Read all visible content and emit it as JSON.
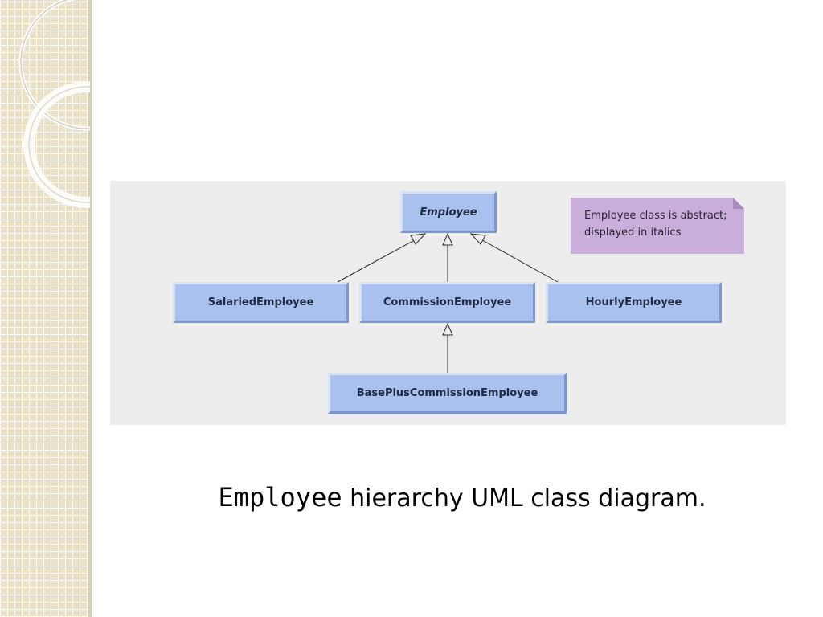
{
  "diagram": {
    "classes": {
      "employee": "Employee",
      "salaried": "SalariedEmployee",
      "commission": "CommissionEmployee",
      "hourly": "HourlyEmployee",
      "base_plus": "BasePlusCommissionEmployee"
    },
    "note": {
      "line1": "Employee class is abstract;",
      "line2": "displayed in italics"
    },
    "relationships": [
      {
        "from": "SalariedEmployee",
        "to": "Employee",
        "type": "generalization"
      },
      {
        "from": "CommissionEmployee",
        "to": "Employee",
        "type": "generalization"
      },
      {
        "from": "HourlyEmployee",
        "to": "Employee",
        "type": "generalization"
      },
      {
        "from": "BasePlusCommissionEmployee",
        "to": "CommissionEmployee",
        "type": "generalization"
      }
    ]
  },
  "caption": {
    "code": "Employee",
    "text": " hierarchy UML class diagram."
  },
  "colors": {
    "class_fill": "#a9c1ee",
    "note_fill": "#c9aedb",
    "panel_bg": "#ededed",
    "strip_bg": "#e9e2c8"
  }
}
